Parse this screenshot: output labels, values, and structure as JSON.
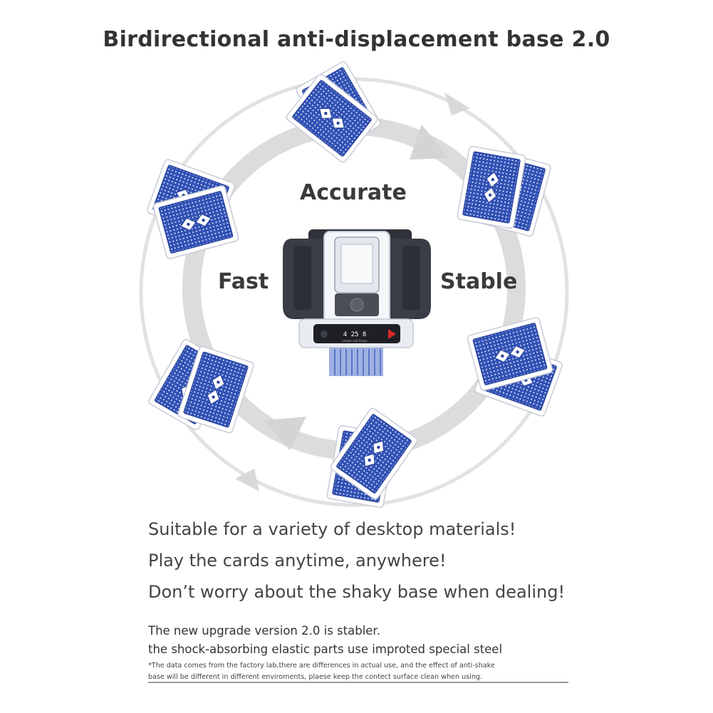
{
  "headline": "Birdirectional anti-displacement base 2.0",
  "keywords": {
    "top": "Accurate",
    "left": "Fast",
    "right": "Stable"
  },
  "device": {
    "display_readout": "4 25 8",
    "display_caption": "people rest keeps"
  },
  "features": [
    "Suitable for a variety of desktop materials!",
    "Play the cards anytime, anywhere!",
    "Don’t worry about the shaky base when dealing!"
  ],
  "notes": {
    "line1": "The new upgrade version 2.0 is stabler.",
    "line2": "the shock-absorbing elastic parts use improted special steel",
    "disclaimer1": "*The data comes from the factory lab,there are differences in actual use, and the effect of anti-shake",
    "disclaimer2": " base will be different in different enviroments, plaese keep the contect surface clean when using."
  },
  "colors": {
    "card_blue": "#2f4fb0",
    "card_back_light": "#c9d6f2",
    "ring_gray": "#dcdcdc",
    "device_dark": "#3a3d45"
  }
}
